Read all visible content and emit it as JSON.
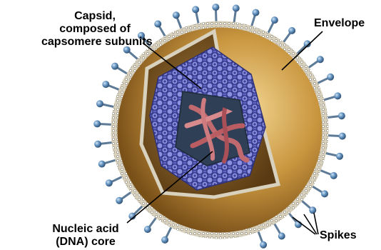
{
  "labels": {
    "capsid": [
      "Capsid,",
      "composed of",
      "capsomere subunits"
    ],
    "envelope": "Envelope",
    "core": [
      "Nucleic acid",
      "(DNA) core"
    ],
    "spikes": "Spikes"
  },
  "colors": {
    "envelope_outer": "#b98a3c",
    "envelope_light": "#e8c27a",
    "envelope_dark": "#6e4a18",
    "membrane_band": "#d9d3c2",
    "capsid_blue": "#6a6fcf",
    "capsid_dark": "#3b3f96",
    "dna_pink": "#c06a6f",
    "spike_stalk": "#5d7a96",
    "spike_head": "#4f7fae"
  }
}
